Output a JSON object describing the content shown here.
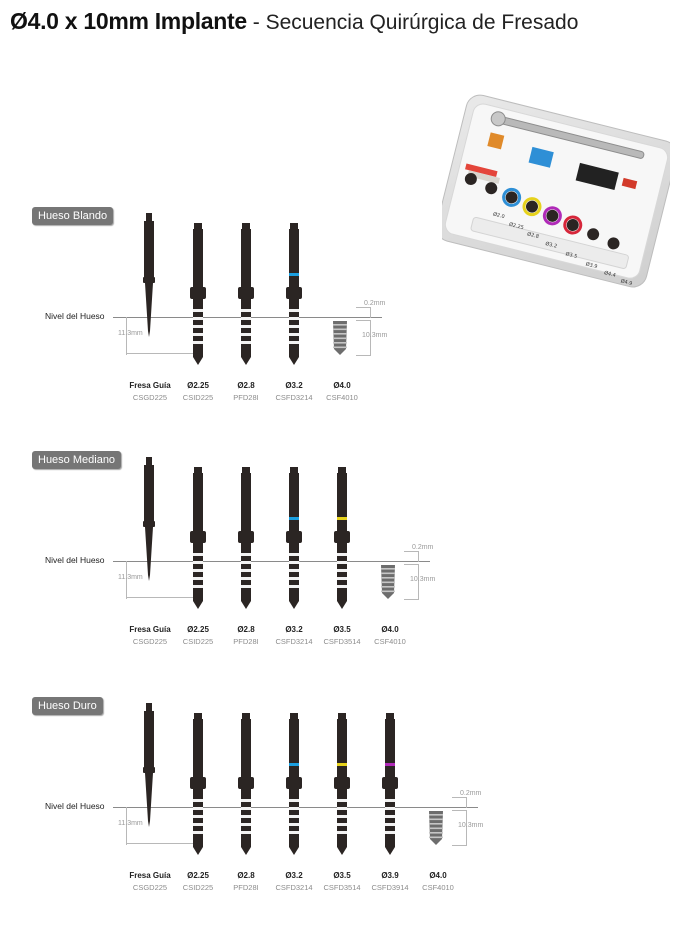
{
  "title": {
    "bold": "Ø4.0 x 10mm Implante",
    "separator": " - ",
    "light": "Secuencia Quirúrgica de Fresado"
  },
  "colors": {
    "drill_body": "#2b2523",
    "band_white": "#f2f2f2",
    "band_blue": "#1b9fe0",
    "band_yellow": "#e6d21c",
    "band_purple": "#b02ab8",
    "tag_bg": "#767676"
  },
  "kit": {
    "labels": [
      "Ø2.0",
      "Ø2.25",
      "Ø2.8",
      "Ø3.2",
      "Ø3.5",
      "Ø3.9",
      "Ø4.4",
      "Ø4.9"
    ],
    "icon": "surgical-kit-tray-image"
  },
  "sections": [
    {
      "tag": "Hueso Blando",
      "bone_label": "Nivel del Hueso",
      "dim_left": "11.3mm",
      "dim_top": "0.2mm",
      "dim_right": "10.3mm",
      "columns": [
        {
          "name": "Fresa Guía",
          "code": "CSGD225",
          "kind": "guide"
        },
        {
          "name": "Ø2.25",
          "code": "CSID225",
          "kind": "drill",
          "band": ""
        },
        {
          "name": "Ø2.8",
          "code": "PFD28I",
          "kind": "drill",
          "band": ""
        },
        {
          "name": "Ø3.2",
          "code": "CSFD3214",
          "kind": "drill",
          "band": "blue"
        },
        {
          "name": "Ø4.0",
          "code": "CSF4010",
          "kind": "implant"
        }
      ]
    },
    {
      "tag": "Hueso Mediano",
      "bone_label": "Nivel del Hueso",
      "dim_left": "11.3mm",
      "dim_top": "0.2mm",
      "dim_right": "10.3mm",
      "columns": [
        {
          "name": "Fresa Guía",
          "code": "CSGD225",
          "kind": "guide"
        },
        {
          "name": "Ø2.25",
          "code": "CSID225",
          "kind": "drill",
          "band": ""
        },
        {
          "name": "Ø2.8",
          "code": "PFD28I",
          "kind": "drill",
          "band": ""
        },
        {
          "name": "Ø3.2",
          "code": "CSFD3214",
          "kind": "drill",
          "band": "blue"
        },
        {
          "name": "Ø3.5",
          "code": "CSFD3514",
          "kind": "drill",
          "band": "yellow"
        },
        {
          "name": "Ø4.0",
          "code": "CSF4010",
          "kind": "implant"
        }
      ]
    },
    {
      "tag": "Hueso Duro",
      "bone_label": "Nivel del Hueso",
      "dim_left": "11.3mm",
      "dim_top": "0.2mm",
      "dim_right": "10.3mm",
      "columns": [
        {
          "name": "Fresa Guía",
          "code": "CSGD225",
          "kind": "guide"
        },
        {
          "name": "Ø2.25",
          "code": "CSID225",
          "kind": "drill",
          "band": ""
        },
        {
          "name": "Ø2.8",
          "code": "PFD28I",
          "kind": "drill",
          "band": ""
        },
        {
          "name": "Ø3.2",
          "code": "CSFD3214",
          "kind": "drill",
          "band": "blue"
        },
        {
          "name": "Ø3.5",
          "code": "CSFD3514",
          "kind": "drill",
          "band": "yellow"
        },
        {
          "name": "Ø3.9",
          "code": "CSFD3914",
          "kind": "drill",
          "band": "purple"
        },
        {
          "name": "Ø4.0",
          "code": "CSF4010",
          "kind": "implant"
        }
      ]
    }
  ]
}
